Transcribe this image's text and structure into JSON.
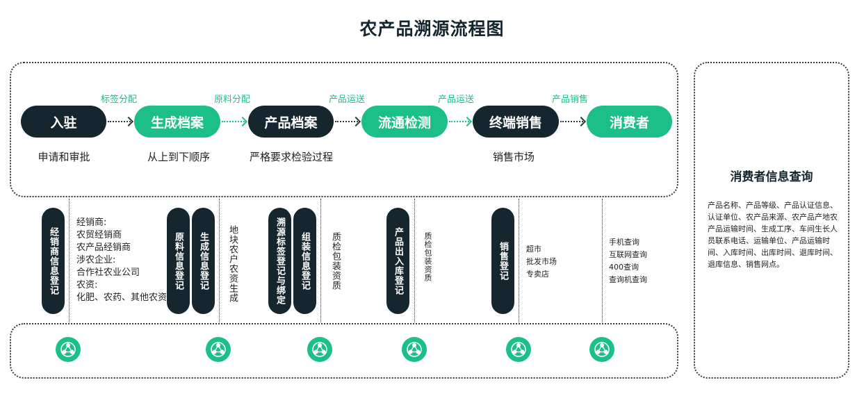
{
  "title": "农产品溯源流程图",
  "colors": {
    "dark": "#16262e",
    "green": "#1cbf88"
  },
  "steps": [
    {
      "label": "入驻",
      "style": "dark",
      "desc": "申请和审批"
    },
    {
      "label": "生成档案",
      "style": "green",
      "desc": "从上到下顺序"
    },
    {
      "label": "产品档案",
      "style": "dark",
      "desc": "严格要求检验过程"
    },
    {
      "label": "流通检测",
      "style": "green",
      "desc": ""
    },
    {
      "label": "终端销售",
      "style": "dark",
      "desc": "销售市场"
    },
    {
      "label": "消费者",
      "style": "green",
      "desc": ""
    }
  ],
  "arrows": [
    "标签分配",
    "原料分配",
    "产品运送",
    "产品运送",
    "产品销售"
  ],
  "detail": {
    "pill_dealer": "经销商信息登记",
    "dealer_lines": [
      "经销商:",
      "农贸经销商",
      "农产品经销商",
      "涉农企业:",
      "合作社农业公司",
      "农资:",
      "化肥、农药、其他农资"
    ],
    "pill_material": "原料信息登记",
    "pill_produce": "生成信息登记",
    "text_land": "地块农户农资生成",
    "pill_trace": "溯源标签登记与绑定",
    "pill_assembly": "组装信息登记",
    "text_qc1": "质检包装资质",
    "pill_warehouse": "产品出入库登记",
    "text_qc2": "质检包装资质",
    "pill_sales": "销售登记",
    "market_lines": [
      "超市",
      "批发市场",
      "专卖店"
    ],
    "query_lines": [
      "手机查询",
      "互联网查询",
      "400查询",
      "查询机查询"
    ]
  },
  "icons": [
    "network-icon",
    "network-icon",
    "network-icon",
    "network-icon",
    "network-icon",
    "network-icon"
  ],
  "consumer_panel": {
    "title": "消费者信息查询",
    "text": "产品名称、产品等级、产品认证信息、认证单位、农产品来源、农产品产地农产品运输时间、生成工序、车间生长人员联系电话、运输单位、产品运输时间、入库时间、出库时间、退库时间、退库信息、销售网点。"
  }
}
